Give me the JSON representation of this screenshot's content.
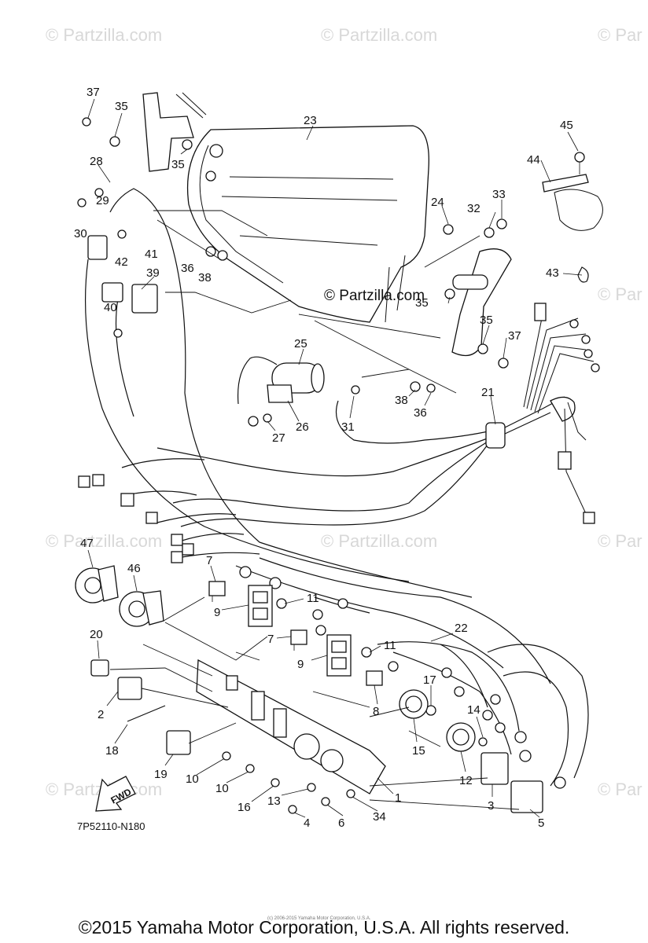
{
  "watermark": {
    "text": "© Partzilla.com",
    "center_text": "© Partzilla.com",
    "edge_text": "© Par"
  },
  "diagram_code": "7P52110-N180",
  "fwd_label": "FWD",
  "fine_print": "(c) 2006-2015 Yamaha Motor Corporation, U.S.A.",
  "copyright": "©2015 Yamaha Motor Corporation, U.S.A. All rights reserved.",
  "callouts": [
    {
      "id": "c37a",
      "label": "37"
    },
    {
      "id": "c35a",
      "label": "35"
    },
    {
      "id": "c35b",
      "label": "35"
    },
    {
      "id": "c23",
      "label": "23"
    },
    {
      "id": "c45",
      "label": "45"
    },
    {
      "id": "c44",
      "label": "44"
    },
    {
      "id": "c28",
      "label": "28"
    },
    {
      "id": "c29",
      "label": "29"
    },
    {
      "id": "c30",
      "label": "30"
    },
    {
      "id": "c24",
      "label": "24"
    },
    {
      "id": "c32",
      "label": "32"
    },
    {
      "id": "c33",
      "label": "33"
    },
    {
      "id": "c42",
      "label": "42"
    },
    {
      "id": "c41",
      "label": "41"
    },
    {
      "id": "c36a",
      "label": "36"
    },
    {
      "id": "c38a",
      "label": "38"
    },
    {
      "id": "c43",
      "label": "43"
    },
    {
      "id": "c39",
      "label": "39"
    },
    {
      "id": "c40",
      "label": "40"
    },
    {
      "id": "c35c",
      "label": "35"
    },
    {
      "id": "c35d",
      "label": "35"
    },
    {
      "id": "c37b",
      "label": "37"
    },
    {
      "id": "c25",
      "label": "25"
    },
    {
      "id": "c21",
      "label": "21"
    },
    {
      "id": "c38b",
      "label": "38"
    },
    {
      "id": "c36b",
      "label": "36"
    },
    {
      "id": "c26",
      "label": "26"
    },
    {
      "id": "c27",
      "label": "27"
    },
    {
      "id": "c31",
      "label": "31"
    },
    {
      "id": "c47",
      "label": "47"
    },
    {
      "id": "c46",
      "label": "46"
    },
    {
      "id": "c7a",
      "label": "7"
    },
    {
      "id": "c11a",
      "label": "11"
    },
    {
      "id": "c9a",
      "label": "9"
    },
    {
      "id": "c7b",
      "label": "7"
    },
    {
      "id": "c22",
      "label": "22"
    },
    {
      "id": "c11b",
      "label": "11"
    },
    {
      "id": "c9b",
      "label": "9"
    },
    {
      "id": "c20",
      "label": "20"
    },
    {
      "id": "c17",
      "label": "17"
    },
    {
      "id": "c8",
      "label": "8"
    },
    {
      "id": "c14",
      "label": "14"
    },
    {
      "id": "c2",
      "label": "2"
    },
    {
      "id": "c15",
      "label": "15"
    },
    {
      "id": "c18",
      "label": "18"
    },
    {
      "id": "c12",
      "label": "12"
    },
    {
      "id": "c19",
      "label": "19"
    },
    {
      "id": "c10a",
      "label": "10"
    },
    {
      "id": "c10b",
      "label": "10"
    },
    {
      "id": "c3",
      "label": "3"
    },
    {
      "id": "c16",
      "label": "16"
    },
    {
      "id": "c13",
      "label": "13"
    },
    {
      "id": "c1",
      "label": "1"
    },
    {
      "id": "c4",
      "label": "4"
    },
    {
      "id": "c6",
      "label": "6"
    },
    {
      "id": "c34",
      "label": "34"
    },
    {
      "id": "c5",
      "label": "5"
    }
  ]
}
